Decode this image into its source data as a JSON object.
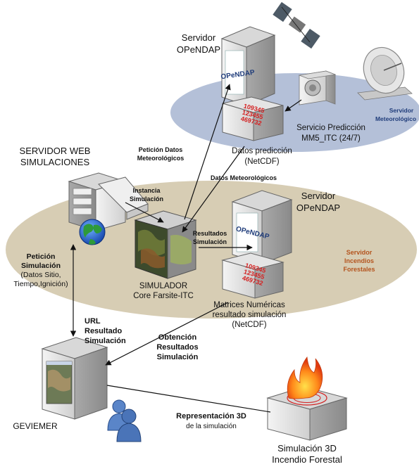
{
  "nodes": {
    "opendap_meteo": {
      "title_line1": "Servidor",
      "title_line2": "OPeNDAP",
      "brand": "OPeNDAP",
      "data_lines": [
        "109345",
        "123455",
        "469732"
      ]
    },
    "datos_prediccion": {
      "line1": "Datos predicción",
      "line2": "(NetCDF)"
    },
    "servicio_prediccion": {
      "line1": "Servicio Predicción",
      "line2": "MM5_ITC (24/7)"
    },
    "zone_meteo": {
      "line1": "Servidor",
      "line2": "Meteorológico"
    },
    "web_server": {
      "line1": "SERVIDOR WEB",
      "line2": "SIMULACIONES"
    },
    "simulador": {
      "line1": "SIMULADOR",
      "line2": "Core Farsite-ITC"
    },
    "opendap_fire": {
      "title_line1": "Servidor",
      "title_line2": "OPeNDAP",
      "brand": "OPeNDAP",
      "data_lines": [
        "109345",
        "123455",
        "469732"
      ]
    },
    "matrices": {
      "line1": "Matrices Numéricas",
      "line2": "resultado simulación",
      "line3": "(NetCDF)"
    },
    "zone_fire": {
      "line1": "Servidor",
      "line2": "Incendios",
      "line3": "Forestales"
    },
    "geviemer": {
      "label": "GEVIEMER"
    },
    "simulacion3d": {
      "line1": "Simulación 3D",
      "line2": "Incendio Forestal"
    }
  },
  "edges": {
    "peticion_datos": {
      "line1": "Petición Datos",
      "line2": "Meteorológicos"
    },
    "datos_meteo": {
      "line1": "Datos Meteorológicos"
    },
    "instancia": {
      "line1": "Instancia",
      "line2": "Simulación"
    },
    "resultados": {
      "line1": "Resultados",
      "line2": "Simulación"
    },
    "peticion_sim": {
      "line1": "Petición",
      "line2": "Simulación",
      "line3": "(Datos Sitio,",
      "line4": "Tiempo,Ignición)"
    },
    "url_resultado": {
      "line1": "URL",
      "line2": "Resultado",
      "line3": "Simulación"
    },
    "obtencion": {
      "line1": "Obtención",
      "line2": "Resultados",
      "line3": "Simulación"
    },
    "representacion": {
      "line1": "Representación 3D",
      "line2": "de la simulación"
    }
  },
  "colors": {
    "meteo_zone": "#b4c0d8",
    "fire_zone": "#d7cdb4",
    "meteo_label": "#1f3c7a",
    "fire_label": "#b4541e",
    "data_red": "#d42020"
  }
}
